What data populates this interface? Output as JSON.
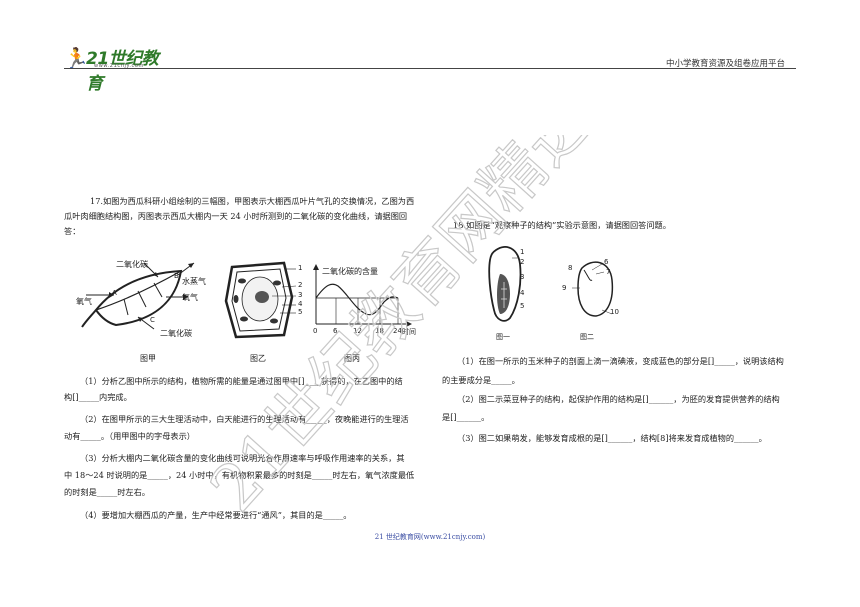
{
  "header": {
    "logo_brand": "21世纪教育",
    "logo_site": "www.21cnjy.com",
    "tagline": "中小学教育资源及组卷应用平台"
  },
  "q17": {
    "line1": "17.如图为西瓜科研小组绘制的三幅图，甲图表示大棚西瓜叶片气孔的交换情况，乙图为西",
    "line2": "瓜叶肉细胞结构图，丙图表示西瓜大棚内一天 24 小时所测到的二氧化碳的变化曲线，请据图回",
    "line3": "答：",
    "fig_jia": {
      "label_top": "二氧化碳",
      "label_water": "水蒸气",
      "label_o2_left": "氧气",
      "label_o2_right": "氧气",
      "label_bottom": "二氧化碳",
      "letter_a": "A",
      "letter_b": "B",
      "letter_c": "C",
      "caption": "图甲"
    },
    "fig_yi": {
      "nums": [
        "1",
        "2",
        "3",
        "4",
        "5"
      ],
      "caption": "图乙"
    },
    "fig_bing": {
      "title": "二氧化碳的含量",
      "ticks": [
        "0",
        "6",
        "12",
        "18",
        "24"
      ],
      "xunit": "时间",
      "caption": "图丙"
    },
    "p1a": "（1）分析乙图中所示的结构，植物所需的能量是通过图甲中[]____获得的，在乙图中的结",
    "p1b": "构[]_____内完成。",
    "p2a": "（2）在图甲所示的三大生理活动中，白天能进行的生理活动有_____，夜晚能进行的生理活",
    "p2b": "动有_____。（用甲图中的字母表示）",
    "p3a": "（3）分析大棚内二氧化碳含量的变化曲线可说明光合作用速率与呼吸作用速率的关系，其",
    "p3b": "中 18～24 时说明的是_____，24 小时中，有机物积累最多的时刻是_____时左右，氧气浓度最低",
    "p3c": "的时刻是_____时左右。",
    "p4": "（4）要增加大棚西瓜的产量，生产中经常要进行“通风”，其目的是_____。"
  },
  "q18": {
    "title": "18.如图是“观察种子的结构”实验示意图，请据图回答问题。",
    "fig1": {
      "nums": [
        "1",
        "2",
        "3",
        "4",
        "5"
      ],
      "caption": "图一"
    },
    "fig2": {
      "nums": [
        "6",
        "7",
        "8",
        "9",
        "10"
      ],
      "caption": "图二"
    },
    "p1a": "（1）在图一所示的玉米种子的剖面上滴一滴碘液，变成蓝色的部分是[]_____，说明该结构",
    "p1b": "的主要成分是_____。",
    "p2a": "（2）图二示菜豆种子的结构，起保护作用的结构是[]______，为胚的发育提供营养的结构",
    "p2b": "是[]______。",
    "p3": "（3）图二如果萌发，能够发育成根的是[]______，结构[8]将来发育成植物的______。"
  },
  "watermark": {
    "text": "21世纪教育网精选资料"
  },
  "footer": {
    "text": "21 世纪教育网(www.21cnjy.com)"
  }
}
